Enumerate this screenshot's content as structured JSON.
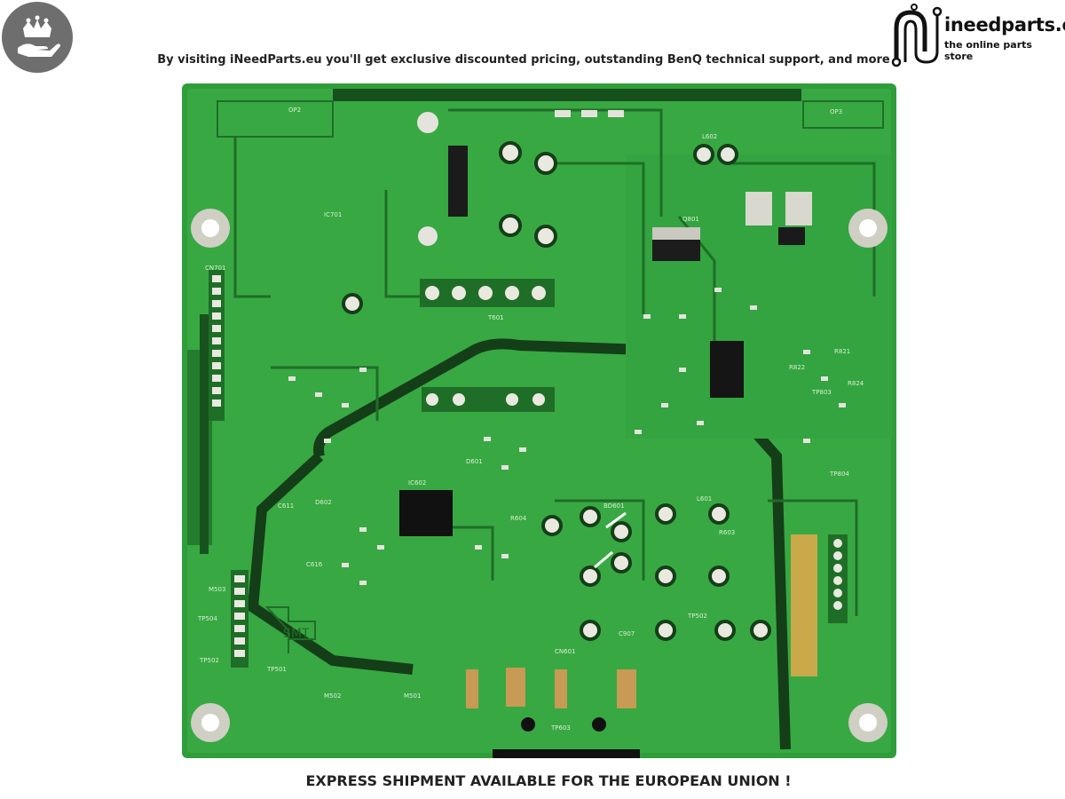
{
  "header": {
    "promo_text": "By visiting iNeedParts.eu you'll get exclusive discounted pricing, outstanding BenQ technical support, and more"
  },
  "logo": {
    "name": "ineedparts.eu",
    "tagline": "the online parts store",
    "badge_icon": "crown-hand-icon",
    "mark_icon": "circuit-n-icon"
  },
  "footer": {
    "shipping_text": "EXPRESS SHIPMENT AVAILABLE FOR THE EUROPEAN UNION !"
  },
  "board": {
    "marking": "SMT",
    "silkscreen": [
      "OP2",
      "OP3",
      "IC701",
      "CN701",
      "T601",
      "IC602",
      "L601",
      "BD601",
      "CN601",
      "TP603",
      "M503",
      "M502",
      "M501",
      "TP804",
      "C907",
      "R603",
      "R604",
      "D601",
      "D602",
      "C611",
      "C616",
      "TP502",
      "TP504",
      "TP501",
      "L602",
      "Q801",
      "R821",
      "R822",
      "R824",
      "TP803"
    ],
    "colors": {
      "board": "#2f9e3a",
      "trace": "#1f6e27",
      "copper": "#3bb04a",
      "pad": "#e9e9e0"
    }
  }
}
